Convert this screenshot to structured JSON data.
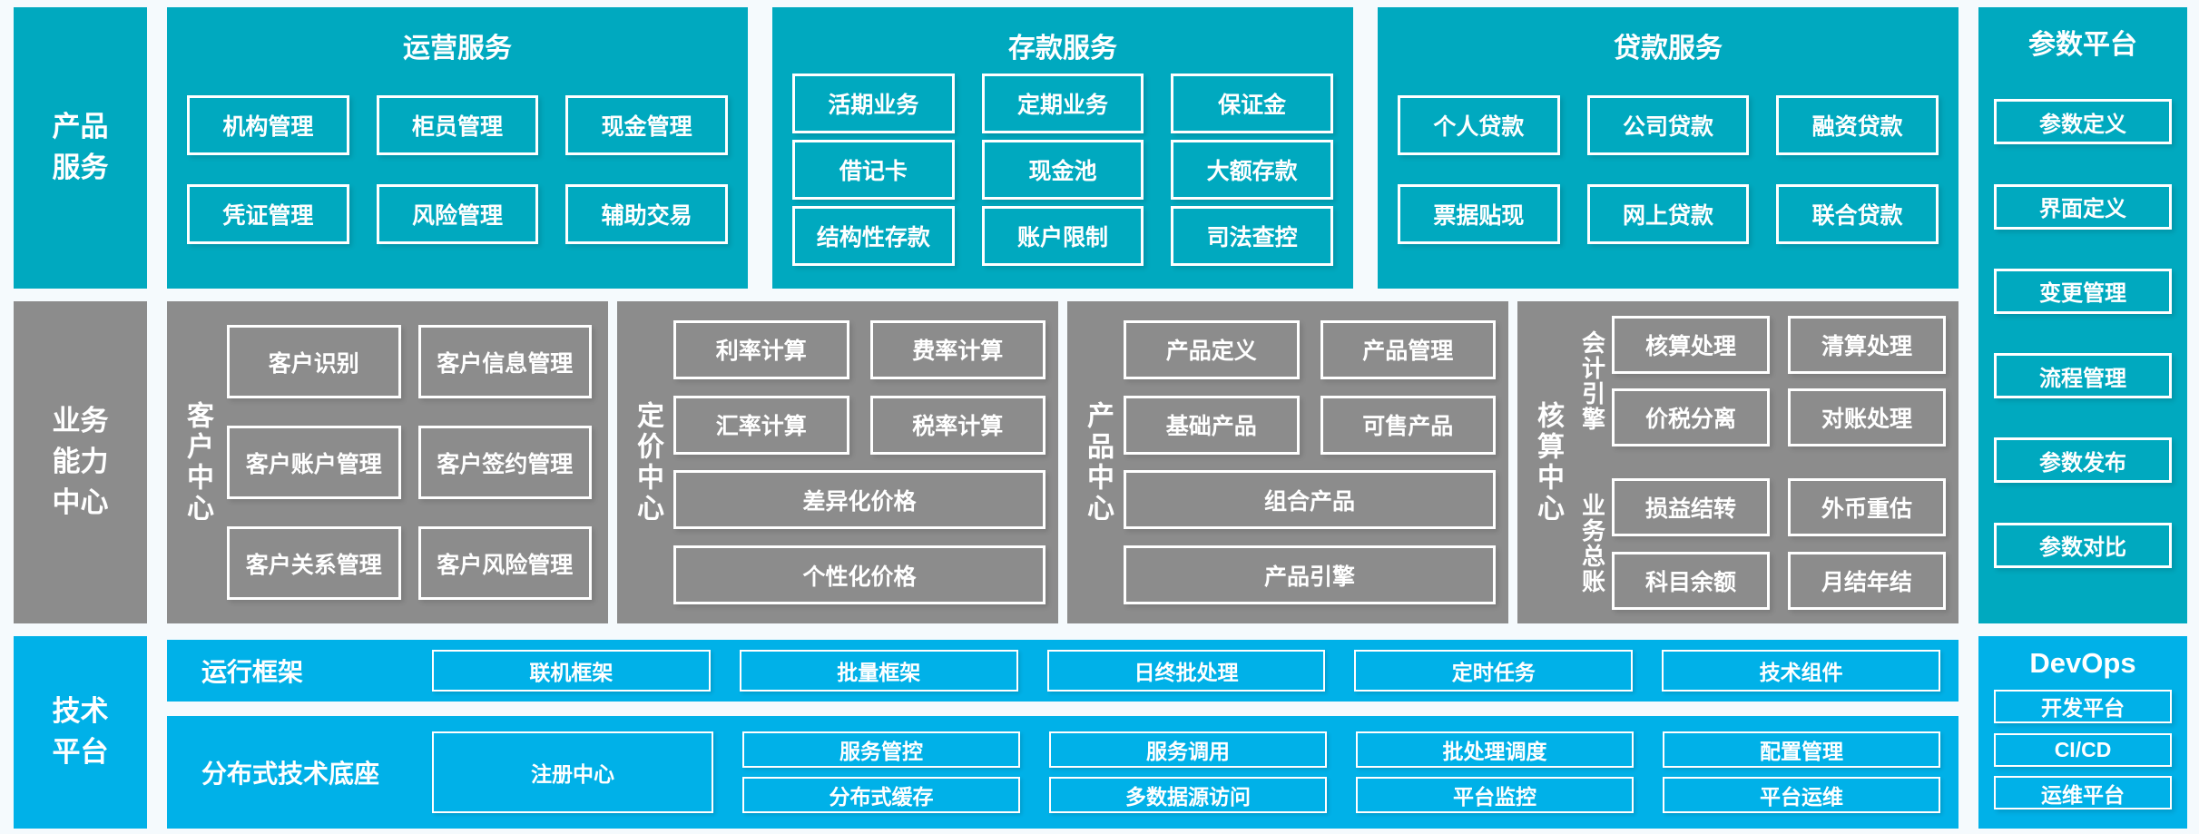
{
  "palette": {
    "teal": "#00A9BF",
    "gray": "#8C8C8C",
    "blue": "#00B1E8",
    "page_bg": "#F5FAFD",
    "text": "#FFFFFF"
  },
  "product_row": {
    "label": "产品\n服务",
    "sections": [
      {
        "title": "运营服务",
        "items": [
          "机构管理",
          "柜员管理",
          "现金管理",
          "凭证管理",
          "风险管理",
          "辅助交易"
        ]
      },
      {
        "title": "存款服务",
        "items": [
          "活期业务",
          "定期业务",
          "保证金",
          "借记卡",
          "现金池",
          "大额存款",
          "结构性存款",
          "账户限制",
          "司法查控"
        ]
      },
      {
        "title": "贷款服务",
        "items": [
          "个人贷款",
          "公司贷款",
          "融资贷款",
          "票据贴现",
          "网上贷款",
          "联合贷款"
        ]
      }
    ]
  },
  "capability_row": {
    "label": "业务\n能力\n中心",
    "customer": {
      "name": "客户中心",
      "items": [
        "客户识别",
        "客户信息管理",
        "客户账户管理",
        "客户签约管理",
        "客户关系管理",
        "客户风险管理"
      ]
    },
    "pricing": {
      "name": "定价中心",
      "pairs": [
        "利率计算",
        "费率计算",
        "汇率计算",
        "税率计算"
      ],
      "wide": [
        "差异化价格",
        "个性化价格"
      ]
    },
    "product": {
      "name": "产品中心",
      "pairs": [
        "产品定义",
        "产品管理",
        "基础产品",
        "可售产品"
      ],
      "wide": [
        "组合产品",
        "产品引擎"
      ]
    },
    "accounting": {
      "name": "核算中心",
      "groups": [
        {
          "name": "会计引擎",
          "items": [
            "核算处理",
            "清算处理",
            "价税分离",
            "对账处理"
          ]
        },
        {
          "name": "业务总账",
          "items": [
            "损益结转",
            "外币重估",
            "科目余额",
            "月结年结"
          ]
        }
      ]
    }
  },
  "tech_row": {
    "label": "技术\n平台",
    "runtime": {
      "label": "运行框架",
      "items": [
        "联机框架",
        "批量框架",
        "日终批处理",
        "定时任务",
        "技术组件"
      ]
    },
    "base": {
      "label": "分布式技术底座",
      "registry": "注册中心",
      "top": [
        "服务管控",
        "服务调用",
        "批处理调度",
        "配置管理"
      ],
      "bottom": [
        "分布式缓存",
        "多数据源访问",
        "平台监控",
        "平台运维"
      ]
    }
  },
  "right_column": {
    "params": {
      "title": "参数平台",
      "items": [
        "参数定义",
        "界面定义",
        "变更管理",
        "流程管理",
        "参数发布",
        "参数对比"
      ]
    },
    "devops": {
      "title": "DevOps",
      "items": [
        "开发平台",
        "CI/CD",
        "运维平台"
      ]
    }
  }
}
